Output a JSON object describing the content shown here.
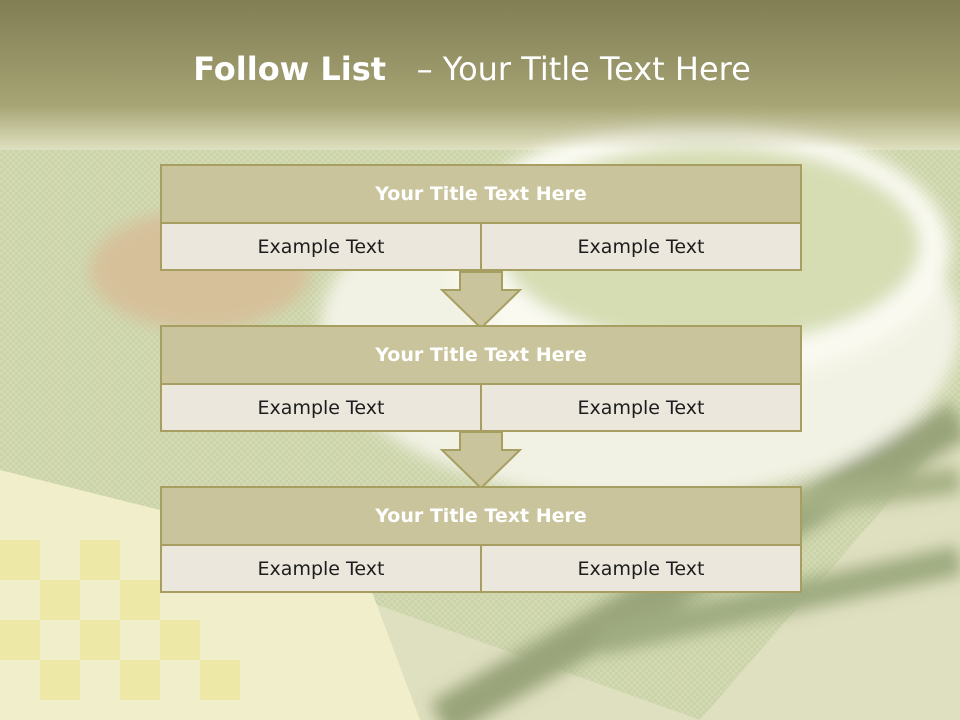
{
  "slide": {
    "title_bold": "Follow List",
    "title_rest": "– Your Title Text Here"
  },
  "blocks": [
    {
      "title": "Your Title Text Here",
      "left": "Example Text",
      "right": "Example Text"
    },
    {
      "title": "Your Title Text Here",
      "left": "Example Text",
      "right": "Example Text"
    },
    {
      "title": "Your Title Text Here",
      "left": "Example Text",
      "right": "Example Text"
    }
  ],
  "colors": {
    "header": "#7d7a50",
    "box_title_fill": "#c9c49c",
    "box_cell_fill": "#ebe7dc",
    "border": "#a79f62"
  },
  "background_image": "blurred soup bowl on green burlap with yellow checkered cloth"
}
